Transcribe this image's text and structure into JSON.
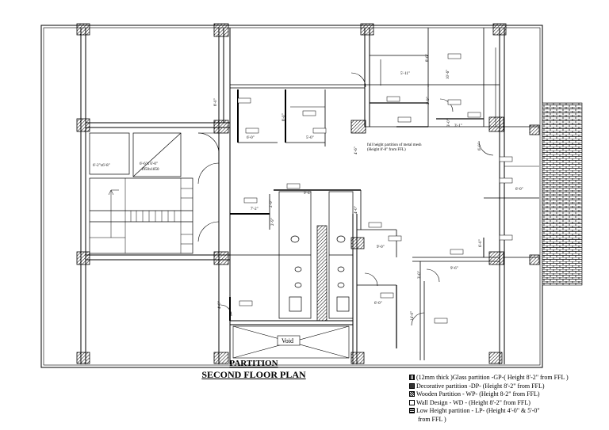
{
  "title": "PARTITION",
  "subtitle": "SECOND FLOOR PLAN",
  "void_label": "Void",
  "note_mesh_line1": "full height partition of metal mesh",
  "note_mesh_line2": "(Height 8'-8\" from FFL)",
  "lift_size": "6'-6\"x 6'-0\"",
  "lift_mm": "1950x1850",
  "stair_size": "6'-2\"x6'-8\"",
  "legend": [
    {
      "swatch": "gp",
      "text": "(12mm thick )Glass partition -GP-( Height 8'-2\" from FFL )"
    },
    {
      "swatch": "dp",
      "text": "Decorative partition -DP- (Height 8'-2\" from FFL)"
    },
    {
      "swatch": "wp",
      "text": "Wooden Partition - WP- (Height 8-2\" from FFL)"
    },
    {
      "swatch": "wd",
      "text": "Wall Design - WD - (Height 8'-2\" from FFL)"
    },
    {
      "swatch": "lp",
      "text": "Low Height partition - LP- (Height 4'-0\" & 5'-0\""
    },
    {
      "swatch": "",
      "text": "from FFL )"
    }
  ],
  "dims": {
    "d1": "5'-11\"",
    "d2": "8'-6\"",
    "d3": "10'-6\"",
    "d4": "3'-9\"",
    "d5": "3'-1\"",
    "d6": "8'-0\"",
    "d7": "6'-0\"",
    "d8": "5'-0\"",
    "d9": "4'-6\"",
    "d10": "9'-4\"",
    "d11": "7'-2\"",
    "d12": "2'-9\"",
    "d13": "9'-0\"",
    "d14": "6'-0\"",
    "d15": "6'-0\"",
    "d16": "9'-6\"",
    "d17": "3'-0\"",
    "d18": "6'-0\"",
    "d19": "14'-0\"",
    "d20": "4'-0\"",
    "d21": "6'-0\"",
    "d22": "2'-9\"",
    "d23": "8'-0\"",
    "d24": "4'-0\"",
    "d25": "3'-0\""
  }
}
